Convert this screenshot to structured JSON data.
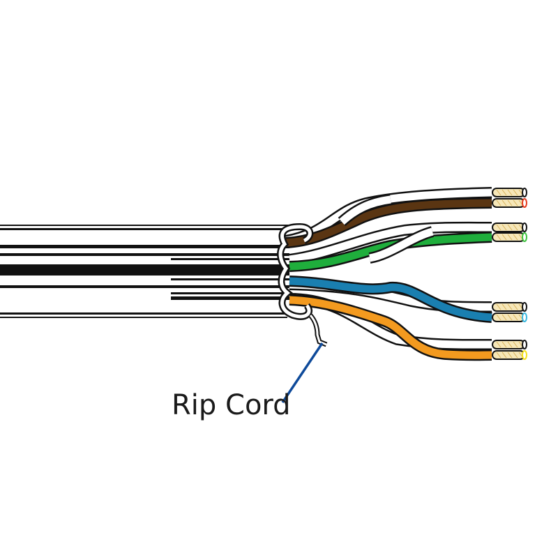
{
  "diagram": {
    "subject": "Twisted pair cable with rip cord",
    "label": "Rip Cord",
    "pairs": [
      {
        "name": "brown",
        "color": "#5a3512",
        "tip": "#e63a1e"
      },
      {
        "name": "green",
        "color": "#1fae3c",
        "tip": "#3ec43e"
      },
      {
        "name": "blue",
        "color": "#1a7fb0",
        "tip": "#38b8e0"
      },
      {
        "name": "orange",
        "color": "#f39a1f",
        "tip": "#f5e21a"
      }
    ],
    "colors": {
      "outline": "#111111",
      "jacket": "#ffffff",
      "leader_line": "#0e4a9a",
      "conductor": "#f6e7b8",
      "conductor_stripe": "#d8b25a"
    }
  }
}
